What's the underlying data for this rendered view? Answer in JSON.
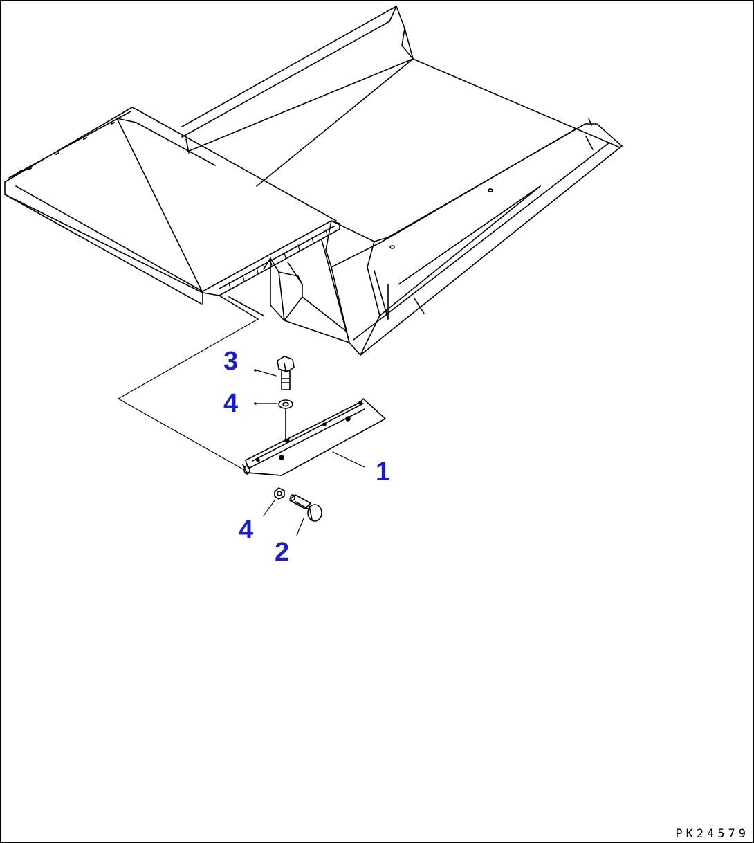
{
  "drawing": {
    "code": "PK24579",
    "callout_color": "#1a1ad6",
    "line_color": "#000000"
  },
  "callouts": [
    {
      "id": "part-3",
      "label": "3"
    },
    {
      "id": "part-4-upper",
      "label": "4"
    },
    {
      "id": "part-1",
      "label": "1"
    },
    {
      "id": "part-4-lower",
      "label": "4"
    },
    {
      "id": "part-2",
      "label": "2"
    }
  ],
  "parts": [
    {
      "number": "1",
      "name": "bracket-plate"
    },
    {
      "number": "2",
      "name": "pin-bolt"
    },
    {
      "number": "3",
      "name": "hex-bolt"
    },
    {
      "number": "4",
      "name": "washer"
    }
  ]
}
